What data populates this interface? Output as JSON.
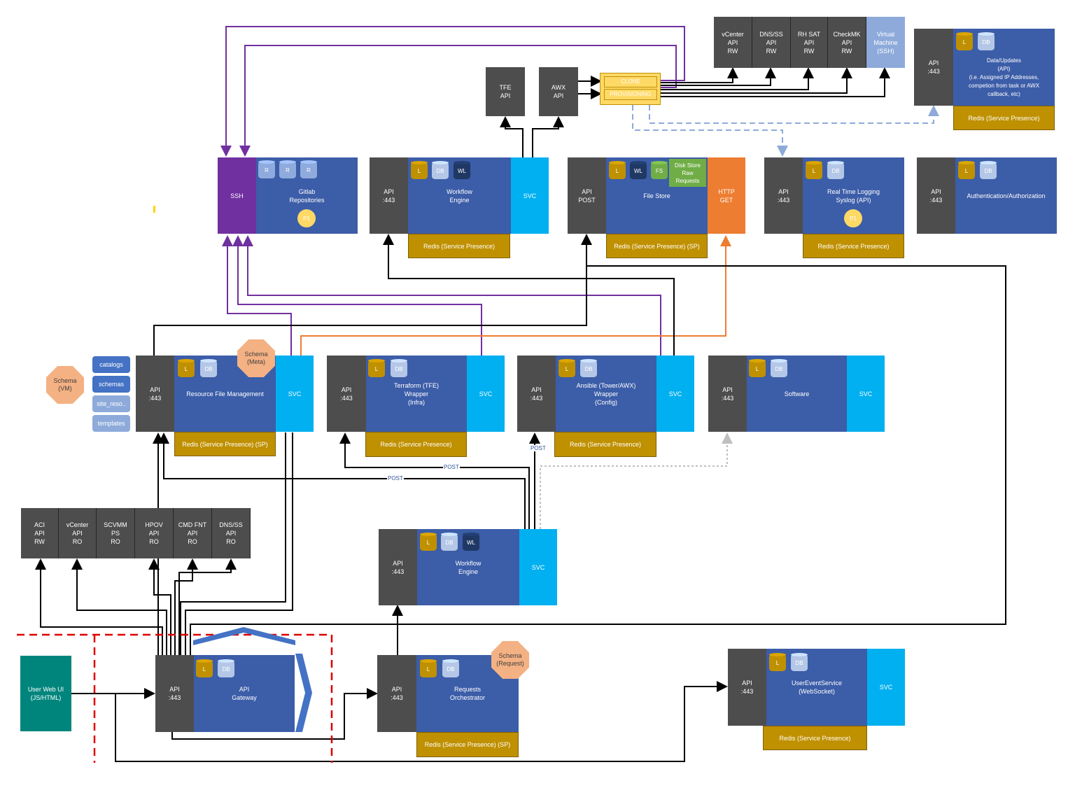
{
  "colors": {
    "api": "#4d4d4d",
    "service": "#3c5da8",
    "svc": "#00b0f0",
    "ssh": "#7030a0",
    "http": "#ed7d31",
    "redis": "#bf9000",
    "gateway_arrow": "#4472c4",
    "boundary": "#e00000"
  },
  "external_top": {
    "vcenter": "vCenter\nAPI\nRW",
    "dnsss": "DNS/SS\nAPI\nRW",
    "rhsat": "RH SAT\nAPI\nRW",
    "checkmk": "CheckMK\nAPI\nRW",
    "vm": "Virtual\nMachine\n(SSH)"
  },
  "tfe": "TFE\nAPI",
  "awx": "AWX\nAPI",
  "clone": "CLONE",
  "provisioning": "PROVISIONING",
  "data_updates": {
    "api": "API\n:443",
    "title": "Data/Updates\n(API)\n(i.e. Assigned IP Addresses,\ncompetion from task or AWX\ncallback, etc)",
    "redis": "Redis (Service Presence)"
  },
  "gitlab": {
    "ssh": "SSH",
    "r": "R",
    "title": "Gitlab\nRepositories",
    "p1": "P1"
  },
  "wf_top": {
    "api": "API\n:443",
    "title": "Workflow\nEngine",
    "svc": "SVC",
    "redis": "Redis (Service Presence)"
  },
  "filestore": {
    "api": "API\nPOST",
    "title": "File Store",
    "http": "HTTP\nGET",
    "disk": "Disk Store\nRaw\nRequests",
    "redis": "Redis (Service Presence) (SP)"
  },
  "rtl": {
    "api": "API\n:443",
    "title": "Real Time Logging\nSyslog (API)",
    "p1": "P1",
    "redis": "Redis (Service Presence)"
  },
  "auth": {
    "api": "API\n:443",
    "title": "Authentication/Authorization"
  },
  "icons": {
    "l": "L",
    "db": "DB",
    "wl": "WL",
    "fs": "FS"
  },
  "schema_vm": "Schema\n(VM)",
  "schema_meta": "Schema\n(Meta)",
  "schema_request": "Schema\n(Request)",
  "stacks": [
    "catalogs",
    "schemas",
    "site_reso..",
    "templates"
  ],
  "rfm": {
    "api": "API\n:443",
    "title": "Resource File Management",
    "svc": "SVC",
    "redis": "Redis (Service Presence) (SP)"
  },
  "tfw": {
    "api": "API\n:443",
    "title": "Terraform (TFE)\nWrapper\n(Infra)",
    "svc": "SVC",
    "redis": "Redis (Service Presence)"
  },
  "ans": {
    "api": "API\n:443",
    "title": "Ansible (Tower/AWX)\nWrapper\n(Config)",
    "svc": "SVC",
    "redis": "Redis (Service Presence)"
  },
  "soft": {
    "api": "API\n:443",
    "title": "Software",
    "svc": "SVC"
  },
  "external_bottom": [
    "ACI\nAPI\nRW",
    "vCenter\nAPI\nRO",
    "SCVMM\nPS\nRO",
    "HPOV\nAPI\nRO",
    "CMD FNT\nAPI\nRO",
    "DNS/SS\nAPI\nRO"
  ],
  "wf_mid": {
    "api": "API\n:443",
    "title": "Workflow\nEngine",
    "svc": "SVC"
  },
  "post": "POST",
  "webui": "User Web UI\n(JS/HTML)",
  "gateway": {
    "api": "API\n:443",
    "title": "API\nGateway"
  },
  "ro": {
    "api": "API\n:443",
    "title": "Requests\nOrchestrator",
    "redis": "Redis (Service Presence) (SP)"
  },
  "ues": {
    "api": "API\n:443",
    "title": "UserEventService\n(WebSocket)",
    "svc": "SVC",
    "redis": "Redis (Service Presence)"
  }
}
